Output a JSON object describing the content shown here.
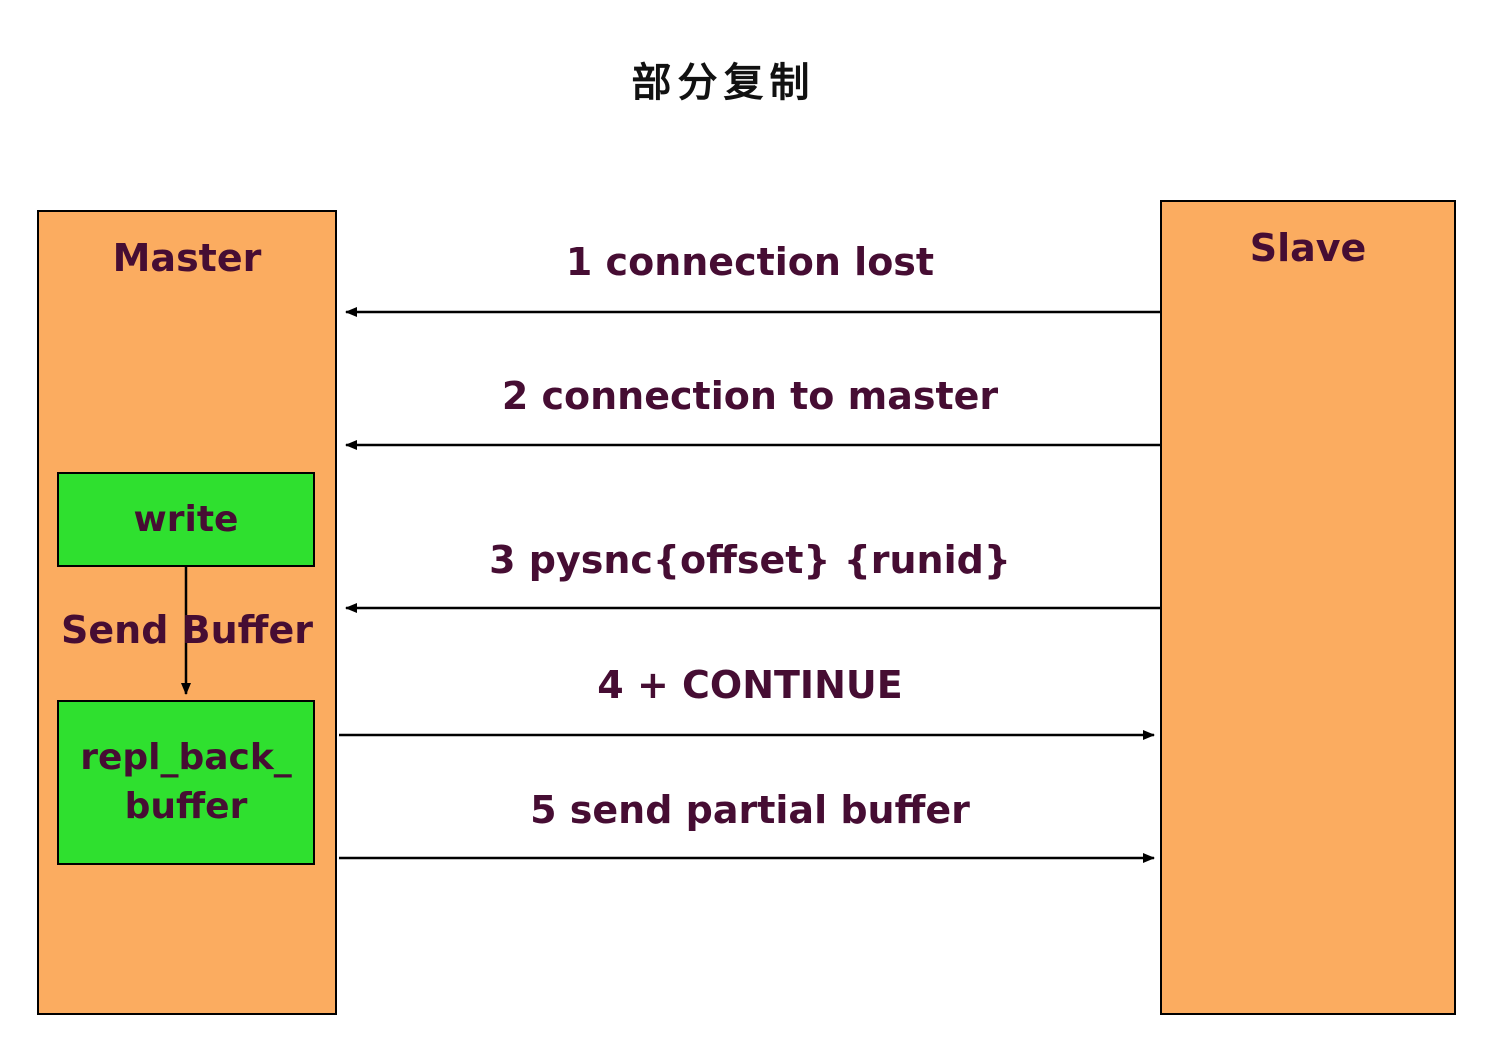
{
  "title": "部分复制",
  "master": {
    "label": "Master",
    "write_box_label": "write",
    "send_buffer_label": "Send Buffer",
    "repl_buffer_label_line1": "repl_back_",
    "repl_buffer_label_line2": "buffer"
  },
  "slave": {
    "label": "Slave"
  },
  "messages": [
    {
      "step": 1,
      "label": "1 connection lost",
      "from": "slave",
      "to": "master"
    },
    {
      "step": 2,
      "label": "2 connection to master",
      "from": "slave",
      "to": "master"
    },
    {
      "step": 3,
      "label": "3 pysnc{offset} {runid}",
      "from": "slave",
      "to": "master"
    },
    {
      "step": 4,
      "label": "4 + CONTINUE",
      "from": "master",
      "to": "slave"
    },
    {
      "step": 5,
      "label": "5 send partial buffer",
      "from": "master",
      "to": "slave"
    }
  ],
  "colors": {
    "box-orange": "#FBAC60",
    "box-green": "#2FE02F",
    "label-text": "#460D33",
    "line": "#000000"
  }
}
